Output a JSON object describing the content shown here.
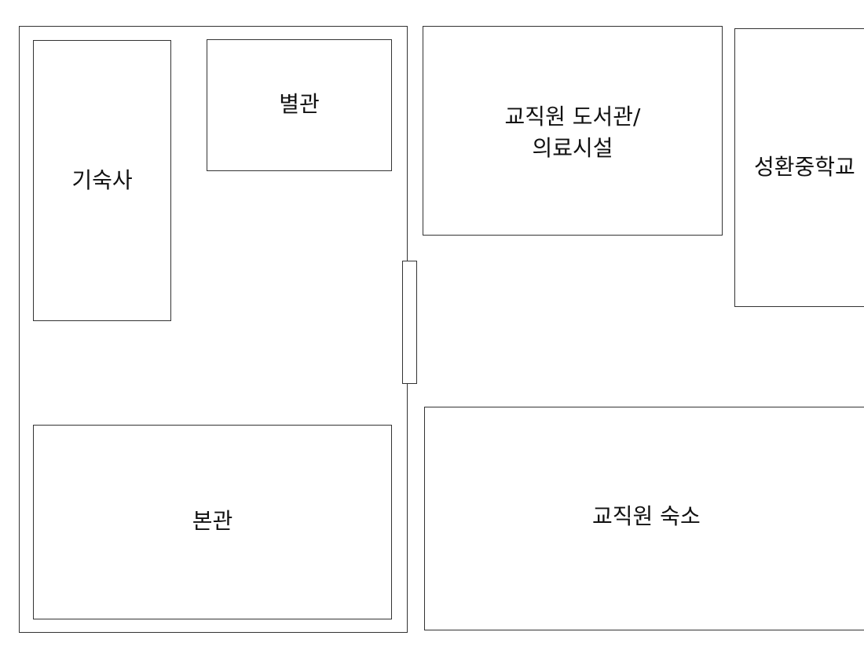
{
  "map": {
    "buildings": {
      "dormitory": "기숙사",
      "annex": "별관",
      "main_hall": "본관",
      "staff_library_medical_line1": "교직원 도서관/",
      "staff_library_medical_line2": "의료시설",
      "middle_school": "성환중학교",
      "staff_housing": "교직원 숙소"
    }
  }
}
